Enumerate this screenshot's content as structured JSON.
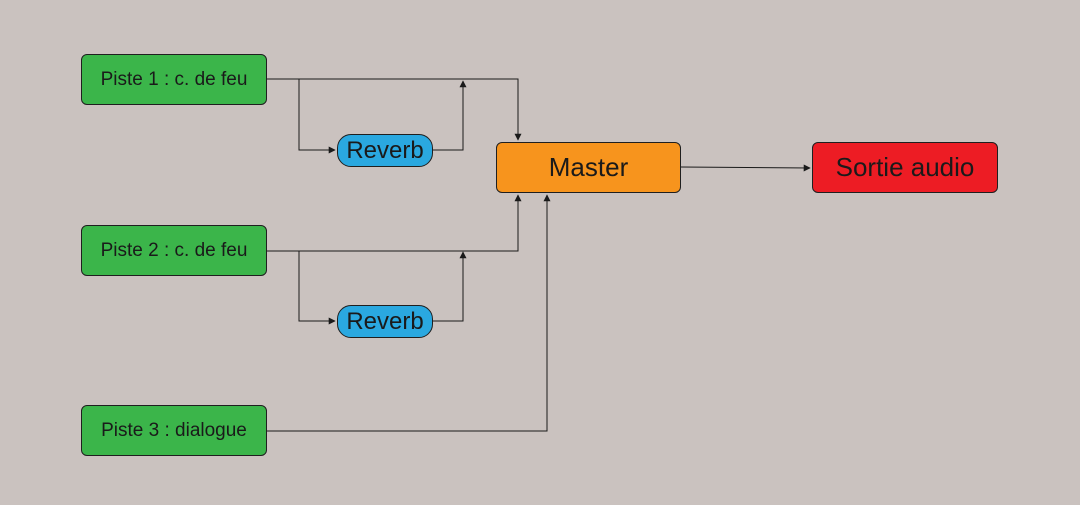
{
  "diagram": {
    "tracks": [
      {
        "label": "Piste 1 : c. de feu"
      },
      {
        "label": "Piste 2 : c. de feu"
      },
      {
        "label": "Piste 3 : dialogue"
      }
    ],
    "reverbs": [
      {
        "label": "Reverb"
      },
      {
        "label": "Reverb"
      }
    ],
    "master": {
      "label": "Master"
    },
    "output": {
      "label": "Sortie audio"
    },
    "colors": {
      "background": "#cac2bf",
      "track": "#3bb54a",
      "reverb": "#2aa8e0",
      "master": "#f7941d",
      "output": "#ed1c24",
      "line": "#1a1a1a"
    }
  }
}
